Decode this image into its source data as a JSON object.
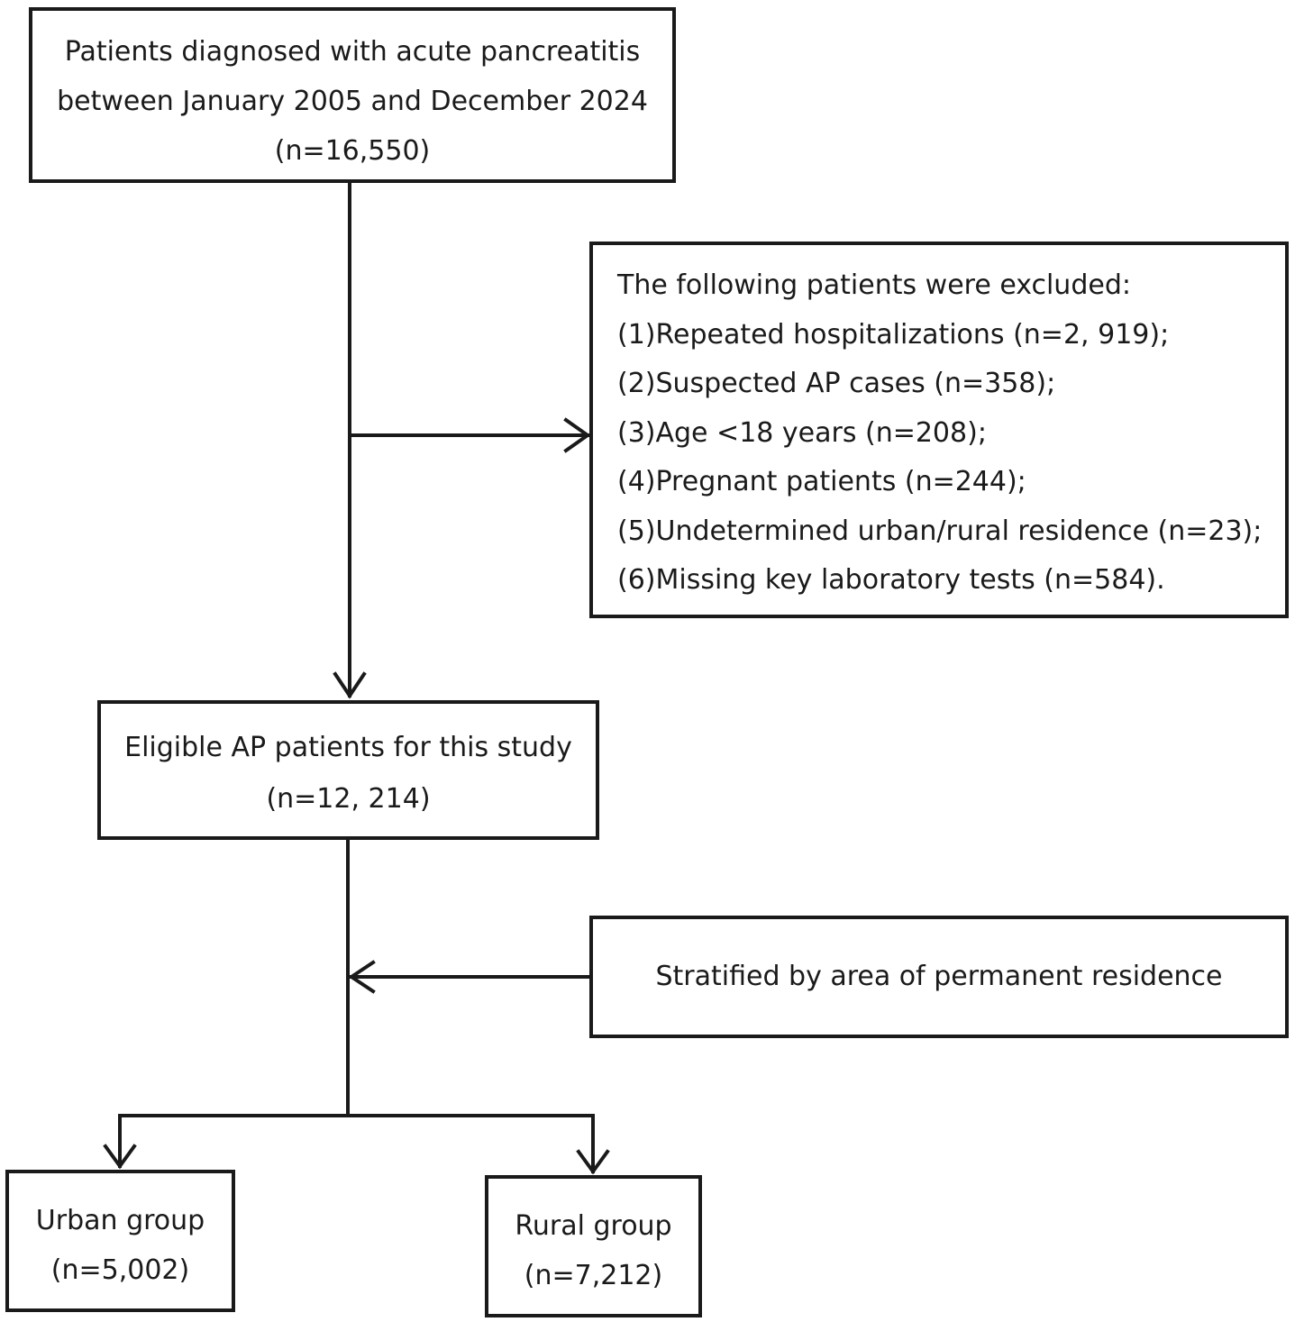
{
  "boxes": {
    "total": {
      "lines": [
        "Patients diagnosed with acute pancreatitis",
        "between January 2005 and December 2024",
        "(n=16,550)"
      ]
    },
    "excluded": {
      "heading": "The following patients were excluded:",
      "items": [
        "(1)Repeated hospitalizations (n=2, 919);",
        "(2)Suspected AP cases (n=358);",
        "(3)Age <18 years (n=208);",
        "(4)Pregnant patients (n=244);",
        "(5)Undetermined urban/rural residence (n=23);",
        "(6)Missing key laboratory tests (n=584)."
      ]
    },
    "eligible": {
      "lines": [
        "Eligible AP patients for this study",
        "(n=12, 214)"
      ]
    },
    "stratified": {
      "text": "Stratified by area of permanent residence"
    },
    "urban": {
      "lines": [
        "Urban group",
        "(n=5,002)"
      ]
    },
    "rural": {
      "lines": [
        "Rural group",
        "(n=7,212)"
      ]
    }
  },
  "colors": {
    "stroke": "#1a1a1a",
    "background": "#ffffff"
  }
}
